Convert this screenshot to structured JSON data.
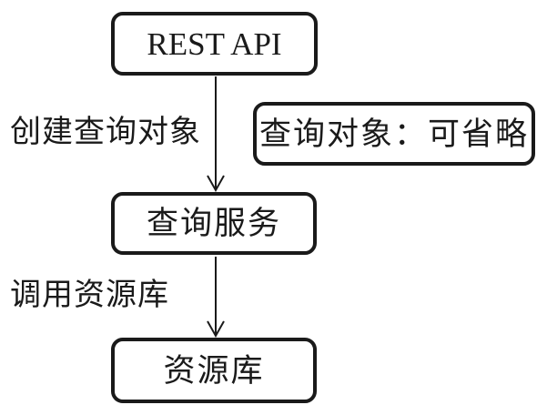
{
  "diagram": {
    "type": "flowchart",
    "background_color": "#ffffff",
    "line_color": "#1a1a1a",
    "text_color": "#1a1a1a",
    "nodes": [
      {
        "id": "rest-api",
        "label": "REST API",
        "role": "start"
      },
      {
        "id": "query-note",
        "label": "查询对象：可省略",
        "role": "note"
      },
      {
        "id": "query-service",
        "label": "查询服务",
        "role": "process"
      },
      {
        "id": "repository",
        "label": "资源库",
        "role": "end"
      }
    ],
    "edges": [
      {
        "from": "rest-api",
        "to": "query-service",
        "label": "创建查询对象"
      },
      {
        "from": "query-service",
        "to": "repository",
        "label": "调用资源库"
      }
    ]
  }
}
